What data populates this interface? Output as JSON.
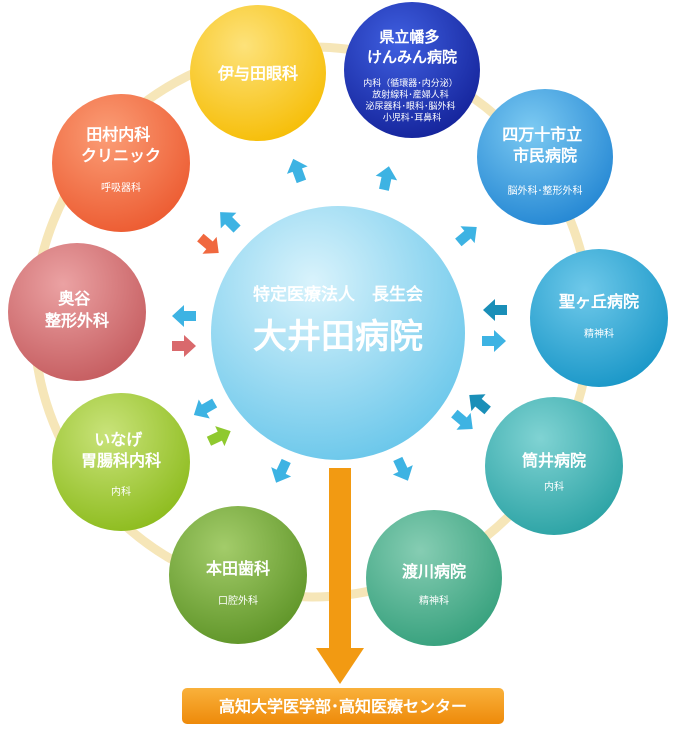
{
  "center": {
    "subtitle": "特定医療法人　長生会",
    "title": "大井田病院"
  },
  "bottom": {
    "label": "高知大学医学部･高知医療センター"
  },
  "nodes": {
    "iyoda": {
      "title": [
        "伊与田眼科"
      ],
      "sub": []
    },
    "kenmin": {
      "title": [
        "県立幡多",
        "けんみん病院"
      ],
      "sub": [
        "内科（循環器･内分泌）",
        "放射線科･産婦人科",
        "泌尿器科･眼科･脳外科",
        "小児科･耳鼻科"
      ]
    },
    "shimanto": {
      "title": [
        "四万十市立",
        "市民病院"
      ],
      "sub": [
        "脳外科･整形外科"
      ]
    },
    "hijirigaoka": {
      "title": [
        "聖ヶ丘病院"
      ],
      "sub": [
        "精神科"
      ]
    },
    "tsutsui": {
      "title": [
        "筒井病院"
      ],
      "sub": [
        "内科"
      ]
    },
    "watarigawa": {
      "title": [
        "渡川病院"
      ],
      "sub": [
        "精神科"
      ]
    },
    "honda": {
      "title": [
        "本田歯科"
      ],
      "sub": [
        "口腔外科"
      ]
    },
    "inage": {
      "title": [
        "いなげ",
        "胃腸科内科"
      ],
      "sub": [
        "内科"
      ]
    },
    "okutani": {
      "title": [
        "奥谷",
        "整形外科"
      ],
      "sub": []
    },
    "tamura": {
      "title": [
        "田村内科",
        "クリニック"
      ],
      "sub": [
        "呼吸器科"
      ]
    }
  },
  "colors": {
    "ring": "#f6e6b8",
    "center_top": "#bfe8f7",
    "center_bottom": "#6cc8ec",
    "arrow_blue": "#3db3e3",
    "arrow_dark": "#1a8fb8",
    "arrow_orange": "#f0683f",
    "arrow_red": "#d9696c",
    "arrow_green": "#8fc92f",
    "bottom_arrow": "#f29a12",
    "bottom_box": "#f49a15",
    "iyoda": "#f7c412",
    "kenmin": "#1b2fb4",
    "shimanto": "#2f9de0",
    "hijirigaoka": "#22a3d4",
    "tsutsui": "#39b1b3",
    "watarigawa": "#47ad8d",
    "honda": "#6ea433",
    "inage": "#9ac42c",
    "okutani": "#d06e70",
    "tamura": "#f06a43"
  }
}
